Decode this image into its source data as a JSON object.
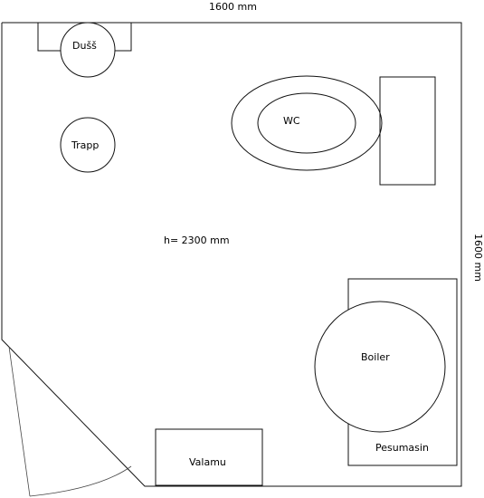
{
  "dimensions": {
    "top_width": "1600 mm",
    "right_depth": "1600 mm",
    "height": "h= 2300 mm"
  },
  "fixtures": {
    "shower": "Dušš",
    "drain": "Trapp",
    "toilet": "WC",
    "boiler": "Boiler",
    "washing_machine": "Pesumasin",
    "sink": "Valamu"
  }
}
